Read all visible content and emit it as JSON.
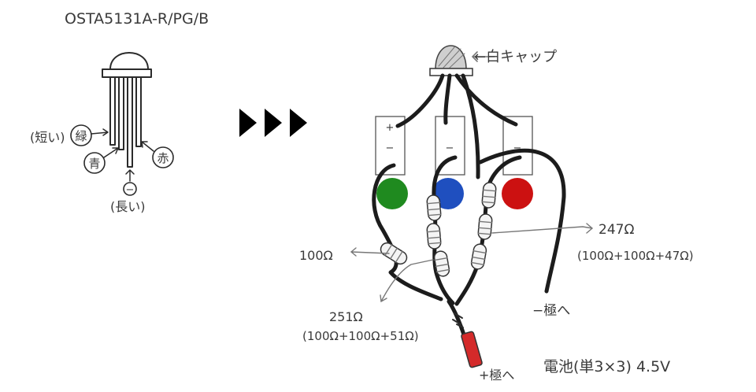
{
  "part_number": "OSTA5131A-R/PG/B",
  "pins": {
    "green_short": "(短い)",
    "green": "緑",
    "blue": "青",
    "red": "赤",
    "common_sign": "−",
    "common_long": "(長い)"
  },
  "white_cap": "←白キャップ",
  "colors": {
    "green": "#1f8a1f",
    "blue": "#1f4fbf",
    "red": "#cc1111",
    "plug": "#d42a2a"
  },
  "pad_marks": [
    "+",
    "−"
  ],
  "resistors": {
    "green": {
      "value": "100Ω"
    },
    "blue": {
      "value": "251Ω",
      "detail": "(100Ω+100Ω+51Ω)"
    },
    "red": {
      "value": "247Ω",
      "detail": "(100Ω+100Ω+47Ω)"
    }
  },
  "battery_minus": "−極へ",
  "battery_plus": "+極へ",
  "battery": "電池(単3×3) 4.5V"
}
